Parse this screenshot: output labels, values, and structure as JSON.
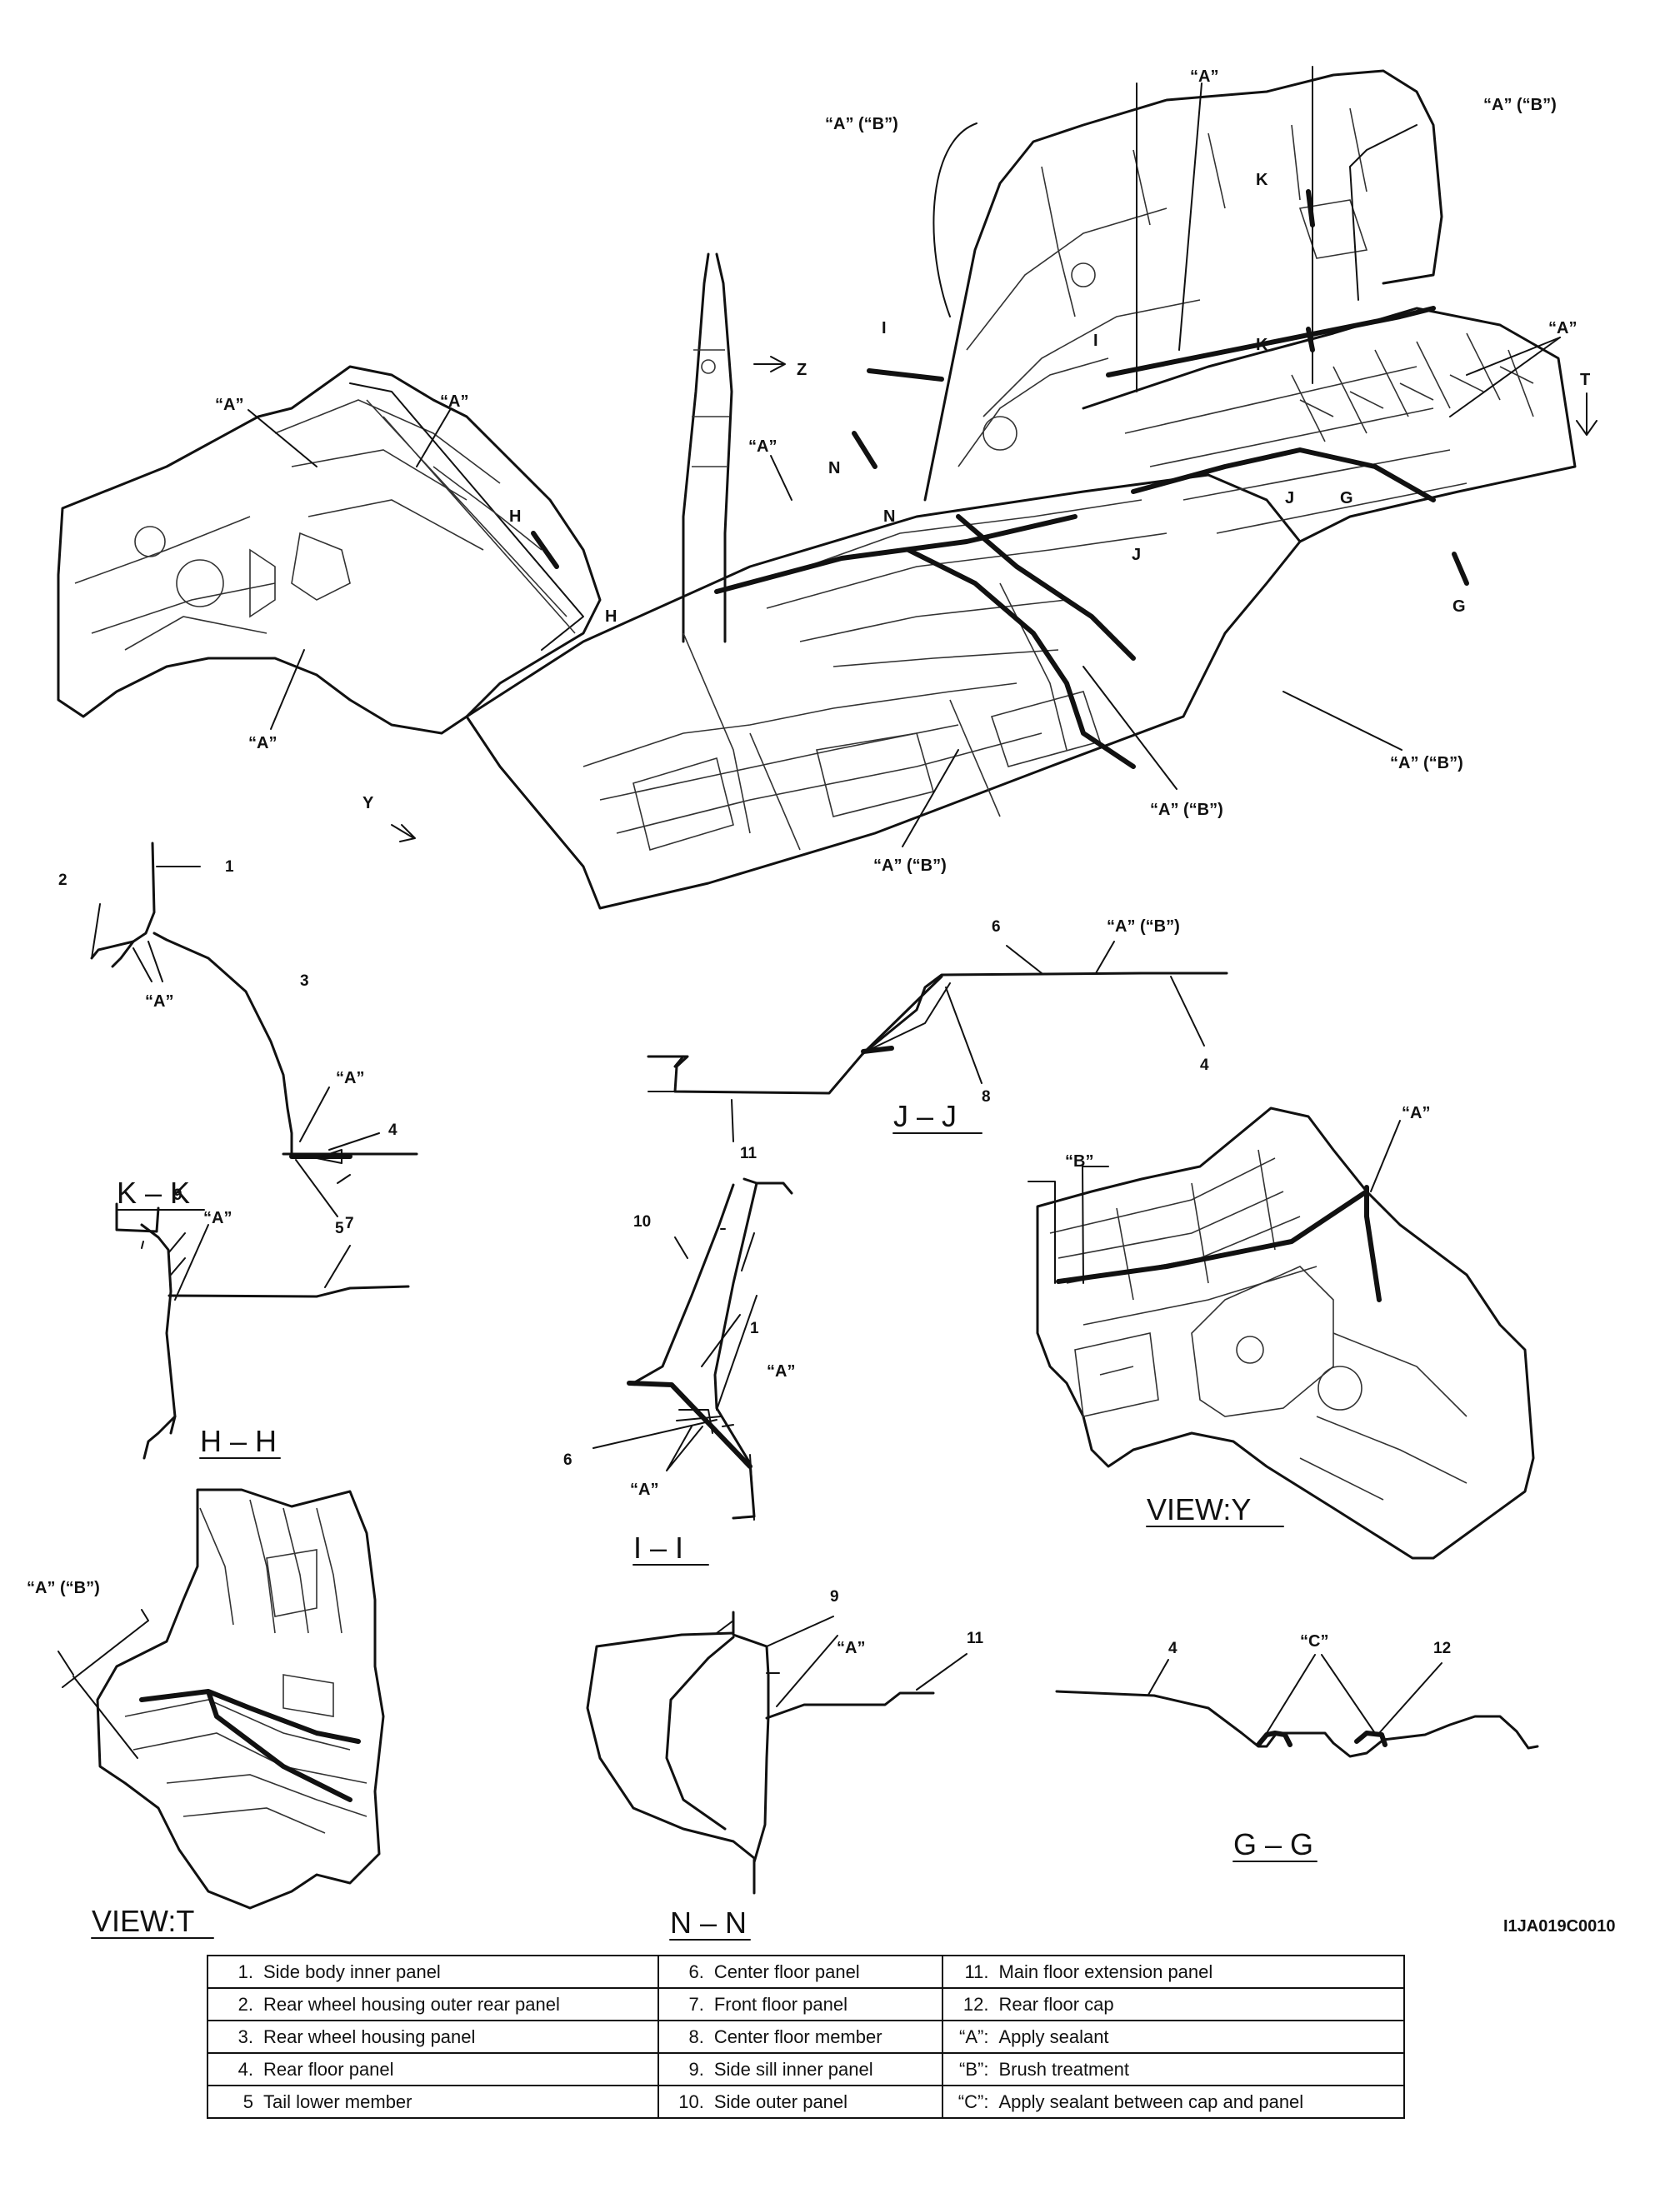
{
  "figure_code": "I1JA019C0010",
  "callouts": {
    "sealant": "“A”",
    "sealant_brush": "“A” (“B”)",
    "brush": "“B”",
    "cap_sealant": "“C”"
  },
  "markers": {
    "G": "G",
    "H": "H",
    "I": "I",
    "J": "J",
    "K": "K",
    "N": "N",
    "T": "T",
    "Y": "Y",
    "Z": "Z"
  },
  "sections": {
    "kk": "K – K",
    "jj": "J – J",
    "hh": "H – H",
    "ii": "I – I",
    "nn": "N – N",
    "gg": "G – G",
    "view_y": "VIEW:Y",
    "view_t": "VIEW:T"
  },
  "part_numbers": [
    "1",
    "2",
    "3",
    "4",
    "5",
    "6",
    "7",
    "8",
    "9",
    "10",
    "11",
    "12"
  ],
  "legend": [
    [
      {
        "no": "1.",
        "text": "Side body inner panel"
      },
      {
        "no": "6.",
        "text": "Center floor panel"
      },
      {
        "no": "11.",
        "text": "Main floor extension panel"
      }
    ],
    [
      {
        "no": "2.",
        "text": "Rear wheel housing outer rear panel"
      },
      {
        "no": "7.",
        "text": "Front floor panel"
      },
      {
        "no": "12.",
        "text": "Rear floor cap"
      }
    ],
    [
      {
        "no": "3.",
        "text": "Rear wheel housing panel"
      },
      {
        "no": "8.",
        "text": "Center floor member"
      },
      {
        "no": "“A”:",
        "text": "Apply sealant"
      }
    ],
    [
      {
        "no": "4.",
        "text": "Rear floor panel"
      },
      {
        "no": "9.",
        "text": "Side sill inner panel"
      },
      {
        "no": "“B”:",
        "text": "Brush treatment"
      }
    ],
    [
      {
        "no": "5",
        "text": "Tail lower member"
      },
      {
        "no": "10.",
        "text": "Side outer panel"
      },
      {
        "no": "“C”:",
        "text": "Apply sealant between cap and panel"
      }
    ]
  ]
}
